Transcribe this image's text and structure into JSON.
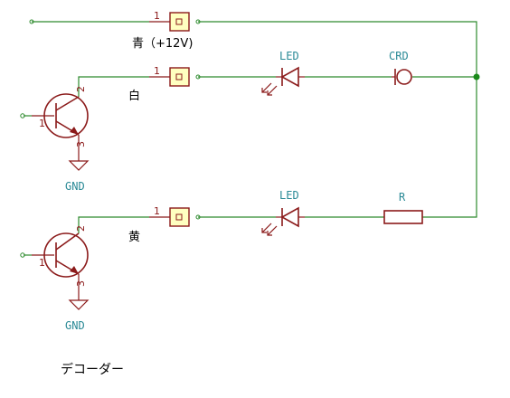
{
  "connectors": [
    {
      "pin_number": "1",
      "net_label": "青（+12V)"
    },
    {
      "pin_number": "1",
      "net_label": "白"
    },
    {
      "pin_number": "1",
      "net_label": "黄"
    }
  ],
  "components": {
    "led_top": {
      "label": "LED"
    },
    "crd": {
      "label": "CRD"
    },
    "led_bottom": {
      "label": "LED"
    },
    "resistor": {
      "label": "R"
    }
  },
  "transistors": [
    {
      "base_pin": "1",
      "collector_pin": "2",
      "emitter_pin": "3",
      "ground_label": "GND"
    },
    {
      "base_pin": "1",
      "collector_pin": "2",
      "emitter_pin": "3",
      "ground_label": "GND"
    }
  ],
  "note": "デコーダー",
  "colors": {
    "wire": "#2e8b2e",
    "component": "#8b1a1a",
    "connector_fill": "#ffffc0",
    "label": "#2a8a96",
    "junction": "#1a8a1a"
  }
}
